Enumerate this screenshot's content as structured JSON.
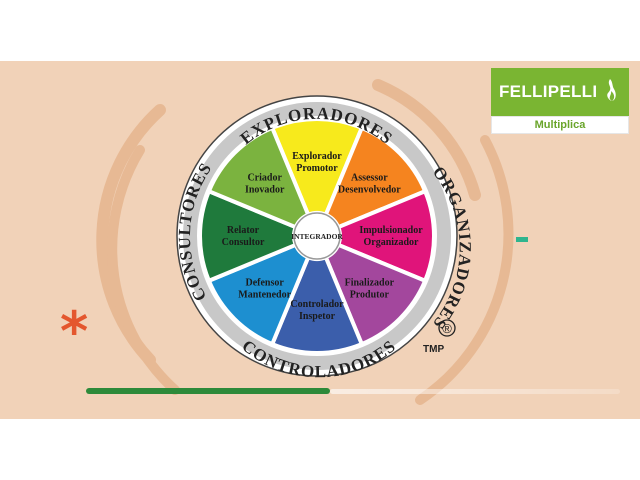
{
  "logo": {
    "name": "FELLIPELLI",
    "tagline": "Multiplica",
    "brand_color": "#7ab532"
  },
  "wheel": {
    "outer_labels": {
      "top": "EXPLORADORES",
      "right": "ORGANIZADORES",
      "bottom": "CONTROLADORES",
      "left": "CONSULTORES"
    },
    "center": "INTEGRADOR",
    "segments": [
      {
        "line1": "Explorador",
        "line2": "Promotor",
        "color": "#f7ea1c"
      },
      {
        "line1": "Assessor",
        "line2": "Desenvolvedor",
        "color": "#f5841f"
      },
      {
        "line1": "Impulsionador",
        "line2": "Organizador",
        "color": "#e0147a"
      },
      {
        "line1": "Finalizador",
        "line2": "Produtor",
        "color": "#a3479d"
      },
      {
        "line1": "Controlador",
        "line2": "Inspetor",
        "color": "#3b5eab"
      },
      {
        "line1": "Defensor",
        "line2": "Mantenedor",
        "color": "#1d8fd0"
      },
      {
        "line1": "Relator",
        "line2": "Consultor",
        "color": "#1f7a3c"
      },
      {
        "line1": "Criador",
        "line2": "Inovador",
        "color": "#7bb33f"
      }
    ],
    "registered": "®",
    "tmp": "TMP"
  },
  "decor": {
    "asterisk": "*",
    "background": "#f1d2b8"
  }
}
